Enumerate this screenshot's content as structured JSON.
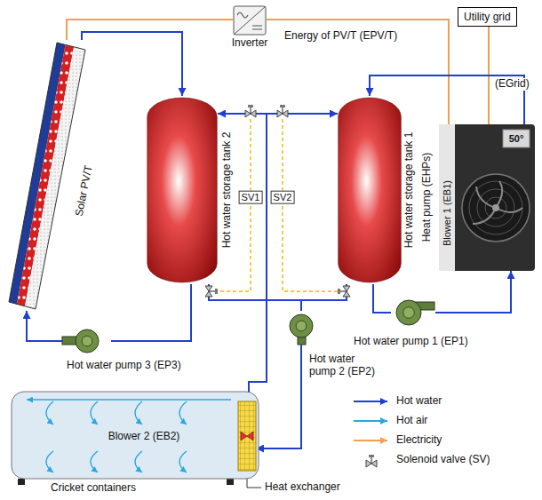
{
  "diagram": {
    "nodes": [
      {
        "text": [
          "Solar PV/T"
        ]
      },
      {
        "text": [
          "Inverter"
        ]
      },
      {
        "text": [
          "Utility grid"
        ]
      },
      {
        "text": [
          "Hot water storage tank 2"
        ]
      },
      {
        "text": [
          "Hot water storage tank 1"
        ]
      },
      {
        "text": [
          "Heat pump (EHPs)",
          "Blower 1 (EB1)"
        ]
      },
      {
        "text": [
          "Hot water pump 3 (EP3)"
        ]
      },
      {
        "text": [
          "Hot water pump 2 (EP2)"
        ]
      },
      {
        "text": [
          "Hot water pump 1 (EP1)"
        ]
      },
      {
        "text": [
          "Cricket containers",
          "Blower 2 (EB2)"
        ]
      },
      {
        "text": [
          "Heat exchanger"
        ],
        "in": 9
      }
    ],
    "edges": [
      {
        "from": 0,
        "to": 1,
        "arrow": "none"
      },
      {
        "from": 1,
        "to": 5,
        "label": "Energy of PV/T (EPV/T)",
        "arrow": "none"
      },
      {
        "from": 2,
        "to": 5,
        "label": "(EGrid)",
        "arrow": "none"
      },
      {
        "from": 0,
        "to": 3,
        "arrow": "to"
      },
      {
        "from": 3,
        "to": 6,
        "arrow": "none"
      },
      {
        "from": 6,
        "to": 0,
        "arrow": "to"
      },
      {
        "from": 5,
        "to": 4,
        "arrow": "to"
      },
      {
        "from": 4,
        "to": 8,
        "arrow": "none"
      },
      {
        "from": 8,
        "to": 5,
        "arrow": "to"
      },
      {
        "from": 3,
        "to": 7,
        "arrow": "none"
      },
      {
        "from": 4,
        "to": 7,
        "arrow": "none"
      },
      {
        "from": 7,
        "to": 10,
        "arrow": "to"
      },
      {
        "from": 10,
        "to": 3,
        "arrow": "to"
      },
      {
        "from": 10,
        "to": 4,
        "arrow": "to"
      }
    ],
    "labels": [
      "SV1",
      "SV2",
      "50°"
    ],
    "legend": [
      {
        "text": "Hot water"
      },
      {
        "text": "Hot air"
      },
      {
        "text": "Electricity"
      },
      {
        "text": "Solenoid valve (SV)"
      }
    ]
  }
}
